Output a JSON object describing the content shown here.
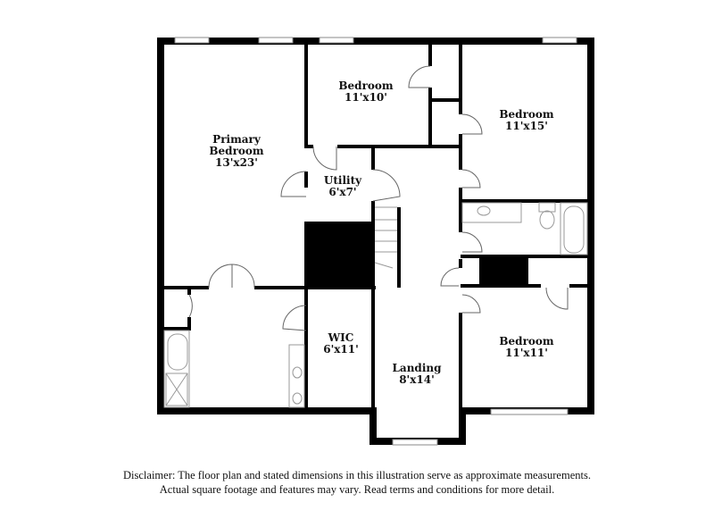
{
  "floorplan": {
    "rooms": [
      {
        "id": "primary-bedroom",
        "name": "Primary Bedroom",
        "line1": "Primary",
        "line2": "Bedroom",
        "dims": "13'x23'"
      },
      {
        "id": "bedroom-1",
        "name": "Bedroom",
        "dims": "11'x10'"
      },
      {
        "id": "bedroom-2",
        "name": "Bedroom",
        "dims": "11'x15'"
      },
      {
        "id": "utility",
        "name": "Utility",
        "dims": "6'x7'"
      },
      {
        "id": "wic",
        "name": "WIC",
        "dims": "6'x11'"
      },
      {
        "id": "landing",
        "name": "Landing",
        "dims": "8'x14'"
      },
      {
        "id": "bedroom-3",
        "name": "Bedroom",
        "dims": "11'x11'"
      }
    ],
    "colors": {
      "wall": "#000000",
      "fixture": "#999999",
      "background": "#ffffff"
    }
  },
  "disclaimer": {
    "line1": "Disclaimer: The floor plan and stated dimensions in this illustration serve as approximate measurements.",
    "line2": "Actual square footage and features may vary. Read terms and conditions for more detail."
  }
}
